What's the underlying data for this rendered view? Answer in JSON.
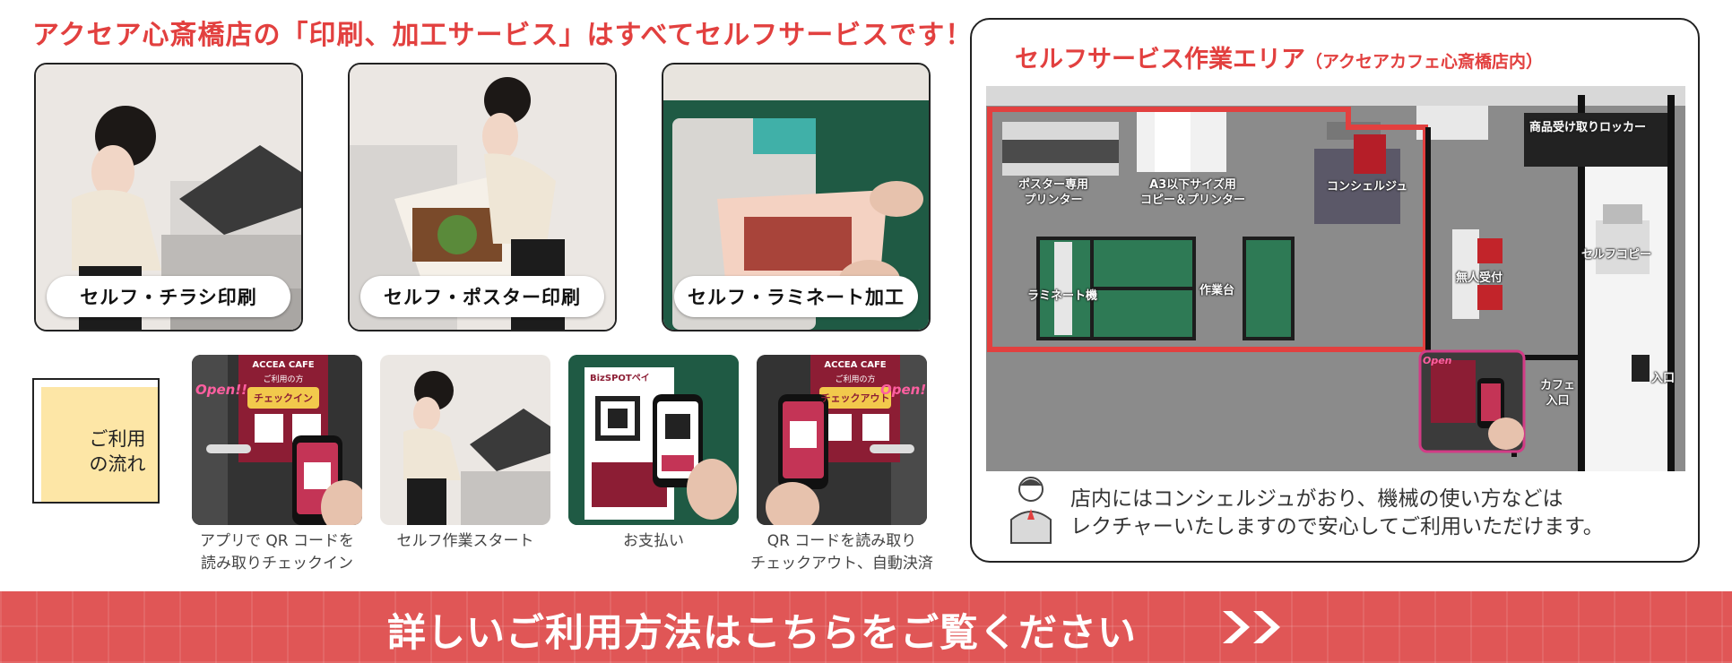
{
  "headline": "アクセア心斎橋店の「印刷、加工サービス」はすべてセルフサービスです！",
  "services": [
    {
      "label": "セルフ・チラシ印刷"
    },
    {
      "label": "セルフ・ポスター印刷"
    },
    {
      "label": "セルフ・ラミネート加工"
    }
  ],
  "flow": {
    "label_line1": "ご利用",
    "label_line2": "の流れ",
    "steps": [
      {
        "caption_line1": "アプリで QR コードを",
        "caption_line2": "読み取りチェックイン",
        "sign_title": "ACCEA CAFE",
        "sign_sub": "ご利用の方",
        "sign_badge": "チェックイン",
        "open_label": "Open!!"
      },
      {
        "caption_line1": "セルフ作業スタート",
        "caption_line2": ""
      },
      {
        "caption_line1": "お支払い",
        "caption_line2": "",
        "pay_brand": "BizSPOTペイ"
      },
      {
        "caption_line1": "QR コードを読み取り",
        "caption_line2": "チェックアウト、自動決済",
        "sign_title": "ACCEA CAFE",
        "sign_sub": "ご利用の方",
        "sign_badge": "チェックアウト",
        "open_label": "Open!!"
      }
    ]
  },
  "work_area": {
    "title": "セルフサービス作業エリア",
    "title_sub": "（アクセアカフェ心斎橋店内）",
    "labels": {
      "poster_printer_1": "ポスター専用",
      "poster_printer_2": "プリンター",
      "copier_1": "A3以下サイズ用",
      "copier_2": "コピー＆プリンター",
      "concierge": "コンシェルジュ",
      "locker": "商品受け取りロッカー",
      "laminator": "ラミネート機",
      "worktable": "作業台",
      "unmanned": "無人受付",
      "self_copy": "セルフコピー",
      "cafe_entrance_1": "カフェ",
      "cafe_entrance_2": "入口",
      "entrance": "入口",
      "open_mini": "Open"
    },
    "info_line1": "店内にはコンシェルジュがおり、機械の使い方などは",
    "info_line2": "レクチャーいたしますので安心してご利用いただけます。"
  },
  "banner": {
    "label": "詳しいご利用方法はこちらをご覧ください"
  },
  "colors": {
    "accent_red": "#e2403f",
    "banner_red": "#e05656",
    "highlight_yellow": "#fde6a6",
    "dark_green": "#1f5a44",
    "map_green": "#2e7a55",
    "map_grey": "#8a8a8a"
  }
}
